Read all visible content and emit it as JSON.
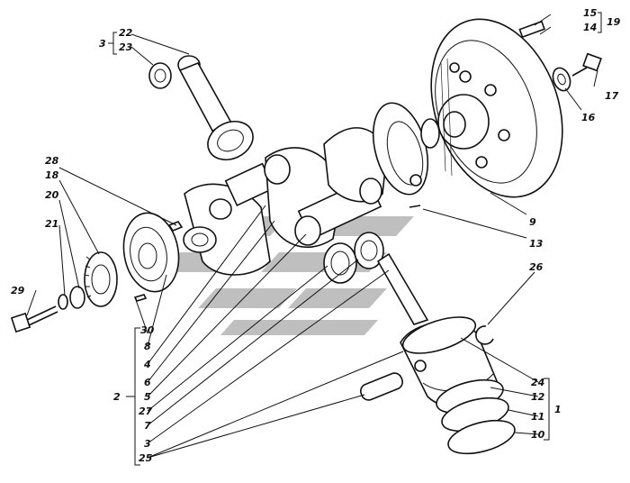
{
  "labels": {
    "l1": "1",
    "l2": "2",
    "l3": "3",
    "l3b": "3",
    "l4": "4",
    "l5": "5",
    "l6": "6",
    "l7": "7",
    "l8": "8",
    "l9": "9",
    "l10": "10",
    "l11": "11",
    "l12": "12",
    "l13": "13",
    "l14": "14",
    "l15": "15",
    "l16": "16",
    "l17": "17",
    "l18": "18",
    "l19": "19",
    "l20": "20",
    "l21": "21",
    "l22": "22",
    "l23": "23",
    "l24": "24",
    "l25": "25",
    "l26": "26",
    "l27": "27",
    "l28": "28",
    "l29": "29",
    "l30": "30"
  }
}
